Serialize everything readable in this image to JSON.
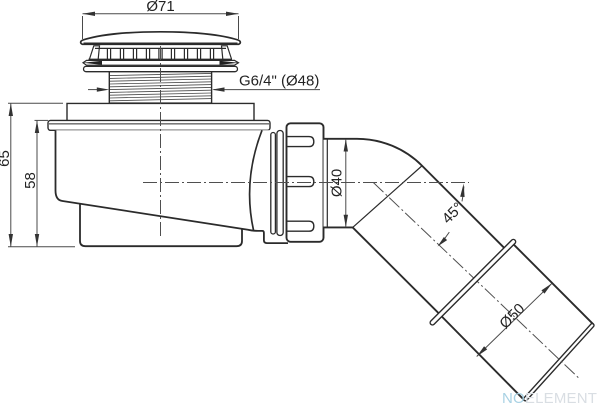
{
  "drawing": {
    "title": "shower-drain-trap-technical-drawing",
    "dimensions": {
      "cap_diameter": "Ø71",
      "thread": "G6/4\" (Ø48)",
      "outlet_diameter": "Ø40",
      "angle": "45°",
      "pipe_diameter": "Ø50",
      "height_total": "65",
      "height_body": "58"
    },
    "watermark": {
      "prefix": "NO",
      "suffix": "ELEMENT"
    },
    "colors": {
      "background": "#ffffff",
      "line": "#2b2b2b",
      "dimension_line": "#4a4a4a",
      "watermark_prefix": "#a9d2e4",
      "watermark_suffix": "#d9dee3"
    }
  }
}
